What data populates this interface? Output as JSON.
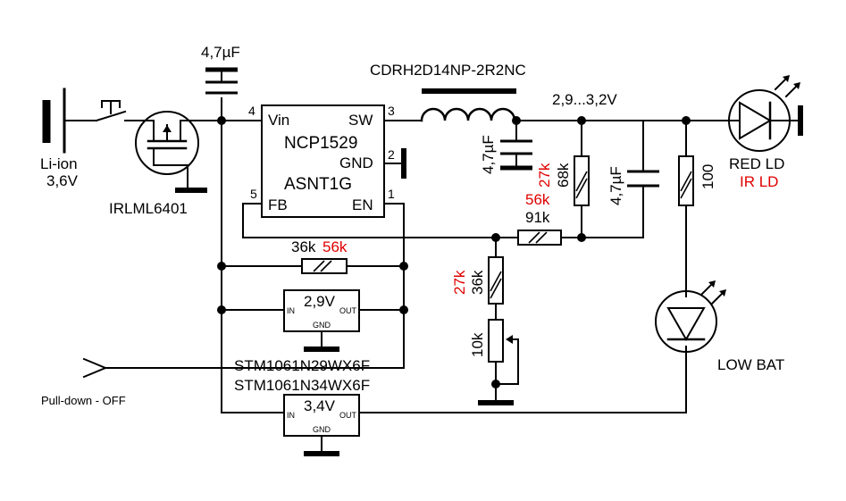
{
  "components": {
    "battery": {
      "type": "Li-ion",
      "voltage": "3,6V"
    },
    "mosfet": {
      "part": "IRLML6401"
    },
    "switch": {
      "symbol": "pushbutton"
    },
    "input_capacitor": {
      "value": "4,7µF"
    },
    "regulator": {
      "part_line1": "NCP1529",
      "part_line2": "ASNT1G",
      "pins": {
        "vin": {
          "label": "Vin",
          "number": "4"
        },
        "sw": {
          "label": "SW",
          "number": "3"
        },
        "gnd": {
          "label": "GND",
          "number": "2"
        },
        "fb": {
          "label": "FB",
          "number": "5"
        },
        "en": {
          "label": "EN",
          "number": "1"
        }
      }
    },
    "inductor": {
      "part": "CDRH2D14NP-2R2NC"
    },
    "output_voltage": {
      "label": "2,9...3,2V"
    },
    "output_capacitor_1": {
      "value": "4,7µF"
    },
    "output_capacitor_2": {
      "value": "4,7µF"
    },
    "feedback_resistor_top": {
      "value": "68k",
      "alt_value": "27k"
    },
    "feedback_resistor_series": {
      "value": "91k",
      "alt_value": "56k"
    },
    "feedback_resistor_lower": {
      "value": "36k",
      "alt_value": "27k"
    },
    "trimmer": {
      "value": "10k"
    },
    "en_resistor": {
      "value": "36k",
      "alt_value": "56k"
    },
    "led_resistor": {
      "value": "100"
    },
    "laser": {
      "label": "RED LD",
      "alt_label": "IR LD"
    },
    "low_bat_led": {
      "label": "LOW BAT"
    },
    "supervisor_1": {
      "part": "STM1061N29WX6F",
      "threshold": "2,9V",
      "pin_in": "IN",
      "pin_out": "OUT",
      "pin_gnd": "GND"
    },
    "supervisor_2": {
      "part": "STM1061N34WX6F",
      "threshold": "3,4V",
      "pin_in": "IN",
      "pin_out": "OUT",
      "pin_gnd": "GND"
    },
    "pull_down": {
      "label": "Pull-down - OFF"
    }
  },
  "colors": {
    "wire": "#000000",
    "alternate_value": "#e00000",
    "background": "#ffffff"
  }
}
